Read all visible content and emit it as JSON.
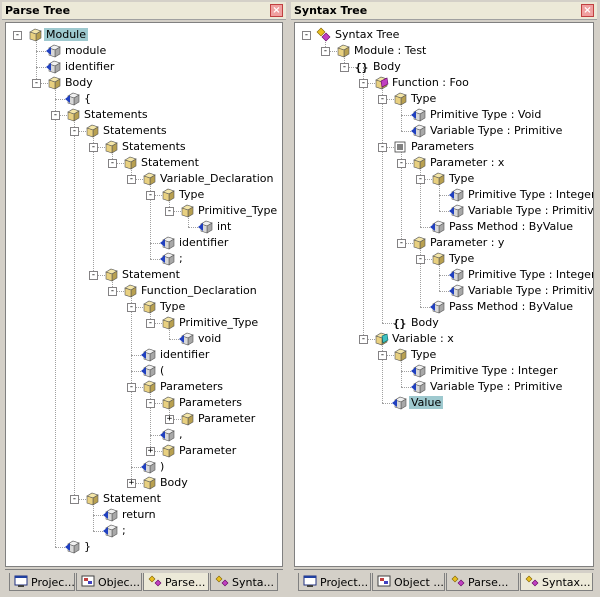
{
  "left": {
    "title": "Parse Tree",
    "close": "×",
    "tabs": [
      {
        "label": "Projec...",
        "icon": "project-icon",
        "active": false
      },
      {
        "label": "Objec...",
        "icon": "object-browser-icon",
        "active": false
      },
      {
        "label": "Parse...",
        "icon": "parse-tree-icon",
        "active": true
      },
      {
        "label": "Synta...",
        "icon": "syntax-tree-icon",
        "active": false
      }
    ],
    "nodes": [
      {
        "label": "Module",
        "depth": 0,
        "exp": "-",
        "icon": "folder",
        "selected": true
      },
      {
        "label": "module",
        "depth": 1,
        "exp": "",
        "icon": "token"
      },
      {
        "label": "identifier",
        "depth": 1,
        "exp": "",
        "icon": "token"
      },
      {
        "label": "Body",
        "depth": 1,
        "exp": "-",
        "icon": "folder"
      },
      {
        "label": "{",
        "depth": 2,
        "exp": "",
        "icon": "token"
      },
      {
        "label": "Statements",
        "depth": 2,
        "exp": "-",
        "icon": "folder"
      },
      {
        "label": "Statements",
        "depth": 3,
        "exp": "-",
        "icon": "folder"
      },
      {
        "label": "Statements",
        "depth": 4,
        "exp": "-",
        "icon": "folder"
      },
      {
        "label": "Statement",
        "depth": 5,
        "exp": "-",
        "icon": "folder"
      },
      {
        "label": "Variable_Declaration",
        "depth": 6,
        "exp": "-",
        "icon": "folder"
      },
      {
        "label": "Type",
        "depth": 7,
        "exp": "-",
        "icon": "folder"
      },
      {
        "label": "Primitive_Type",
        "depth": 8,
        "exp": "-",
        "icon": "folder"
      },
      {
        "label": "int",
        "depth": 9,
        "exp": "",
        "icon": "token"
      },
      {
        "label": "identifier",
        "depth": 7,
        "exp": "",
        "icon": "token"
      },
      {
        "label": ";",
        "depth": 7,
        "exp": "",
        "icon": "token"
      },
      {
        "label": "Statement",
        "depth": 4,
        "exp": "-",
        "icon": "folder"
      },
      {
        "label": "Function_Declaration",
        "depth": 5,
        "exp": "-",
        "icon": "folder"
      },
      {
        "label": "Type",
        "depth": 6,
        "exp": "-",
        "icon": "folder"
      },
      {
        "label": "Primitive_Type",
        "depth": 7,
        "exp": "-",
        "icon": "folder"
      },
      {
        "label": "void",
        "depth": 8,
        "exp": "",
        "icon": "token"
      },
      {
        "label": "identifier",
        "depth": 6,
        "exp": "",
        "icon": "token"
      },
      {
        "label": "(",
        "depth": 6,
        "exp": "",
        "icon": "token"
      },
      {
        "label": "Parameters",
        "depth": 6,
        "exp": "-",
        "icon": "folder"
      },
      {
        "label": "Parameters",
        "depth": 7,
        "exp": "-",
        "icon": "folder"
      },
      {
        "label": "Parameter",
        "depth": 8,
        "exp": "+",
        "icon": "folder"
      },
      {
        "label": ",",
        "depth": 7,
        "exp": "",
        "icon": "token"
      },
      {
        "label": "Parameter",
        "depth": 7,
        "exp": "+",
        "icon": "folder"
      },
      {
        "label": ")",
        "depth": 6,
        "exp": "",
        "icon": "token"
      },
      {
        "label": "Body",
        "depth": 6,
        "exp": "+",
        "icon": "folder"
      },
      {
        "label": "Statement",
        "depth": 3,
        "exp": "-",
        "icon": "folder"
      },
      {
        "label": "return",
        "depth": 4,
        "exp": "",
        "icon": "token"
      },
      {
        "label": ";",
        "depth": 4,
        "exp": "",
        "icon": "token"
      },
      {
        "label": "}",
        "depth": 2,
        "exp": "",
        "icon": "token"
      }
    ]
  },
  "right": {
    "title": "Syntax Tree",
    "close": "×",
    "tabs": [
      {
        "label": "Project...",
        "icon": "project-icon",
        "active": false
      },
      {
        "label": "Object ...",
        "icon": "object-browser-icon",
        "active": false
      },
      {
        "label": "Parse...",
        "icon": "parse-tree-icon",
        "active": false
      },
      {
        "label": "Syntax...",
        "icon": "syntax-tree-icon",
        "active": true
      }
    ],
    "nodes": [
      {
        "label": "Syntax Tree",
        "depth": 0,
        "exp": "-",
        "icon": "diamond"
      },
      {
        "label": "Module : Test",
        "depth": 1,
        "exp": "-",
        "icon": "folder"
      },
      {
        "label": "Body",
        "depth": 2,
        "exp": "-",
        "icon": "braces"
      },
      {
        "label": "Function : Foo",
        "depth": 3,
        "exp": "-",
        "icon": "function"
      },
      {
        "label": "Type",
        "depth": 4,
        "exp": "-",
        "icon": "folder"
      },
      {
        "label": "Primitive Type : Void",
        "depth": 5,
        "exp": "",
        "icon": "token"
      },
      {
        "label": "Variable Type : Primitive",
        "depth": 5,
        "exp": "",
        "icon": "token"
      },
      {
        "label": "Parameters",
        "depth": 4,
        "exp": "-",
        "icon": "list"
      },
      {
        "label": "Parameter : x",
        "depth": 5,
        "exp": "-",
        "icon": "folder"
      },
      {
        "label": "Type",
        "depth": 6,
        "exp": "-",
        "icon": "folder"
      },
      {
        "label": "Primitive Type : Integer",
        "depth": 7,
        "exp": "",
        "icon": "token"
      },
      {
        "label": "Variable Type : Primitive",
        "depth": 7,
        "exp": "",
        "icon": "token"
      },
      {
        "label": "Pass Method : ByValue",
        "depth": 6,
        "exp": "",
        "icon": "token"
      },
      {
        "label": "Parameter : y",
        "depth": 5,
        "exp": "-",
        "icon": "folder"
      },
      {
        "label": "Type",
        "depth": 6,
        "exp": "-",
        "icon": "folder"
      },
      {
        "label": "Primitive Type : Integer",
        "depth": 7,
        "exp": "",
        "icon": "token"
      },
      {
        "label": "Variable Type : Primitive",
        "depth": 7,
        "exp": "",
        "icon": "token"
      },
      {
        "label": "Pass Method : ByValue",
        "depth": 6,
        "exp": "",
        "icon": "token"
      },
      {
        "label": "Body",
        "depth": 4,
        "exp": "",
        "icon": "braces"
      },
      {
        "label": "Variable : x",
        "depth": 3,
        "exp": "-",
        "icon": "variable"
      },
      {
        "label": "Type",
        "depth": 4,
        "exp": "-",
        "icon": "folder"
      },
      {
        "label": "Primitive Type : Integer",
        "depth": 5,
        "exp": "",
        "icon": "token"
      },
      {
        "label": "Variable Type : Primitive",
        "depth": 5,
        "exp": "",
        "icon": "token"
      },
      {
        "label": "Value",
        "depth": 4,
        "exp": "",
        "icon": "token",
        "selected": true
      }
    ]
  },
  "colors": {
    "selection": "#9ec9cf",
    "folder": "#e8d080",
    "token": "#d8d8d8",
    "function": "#c040c0",
    "variable": "#40c0c0"
  }
}
